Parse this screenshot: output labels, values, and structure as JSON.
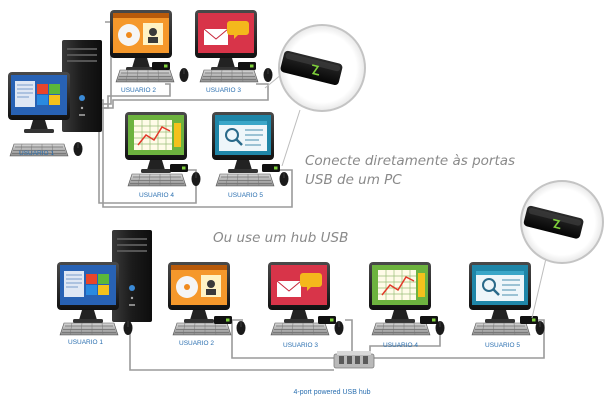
{
  "scene_top": {
    "users": [
      "USUARIO 1",
      "USUARIO 2",
      "USUARIO 3",
      "USUARIO 4",
      "USUARIO 5"
    ],
    "caption_line1": "Conecte diretamente às portas",
    "caption_line2": "USB de um PC"
  },
  "scene_bottom": {
    "caption": "Ou use um hub USB",
    "users": [
      "USUARIO 1",
      "USUARIO 2",
      "USUARIO 3",
      "USUARIO 4",
      "USUARIO 5"
    ],
    "hub_label": "4-port powered USB hub"
  },
  "colors": {
    "label_blue": "#2a6fb0",
    "caption_gray": "#8a8a8a",
    "device_accent": "#7fd13b"
  }
}
